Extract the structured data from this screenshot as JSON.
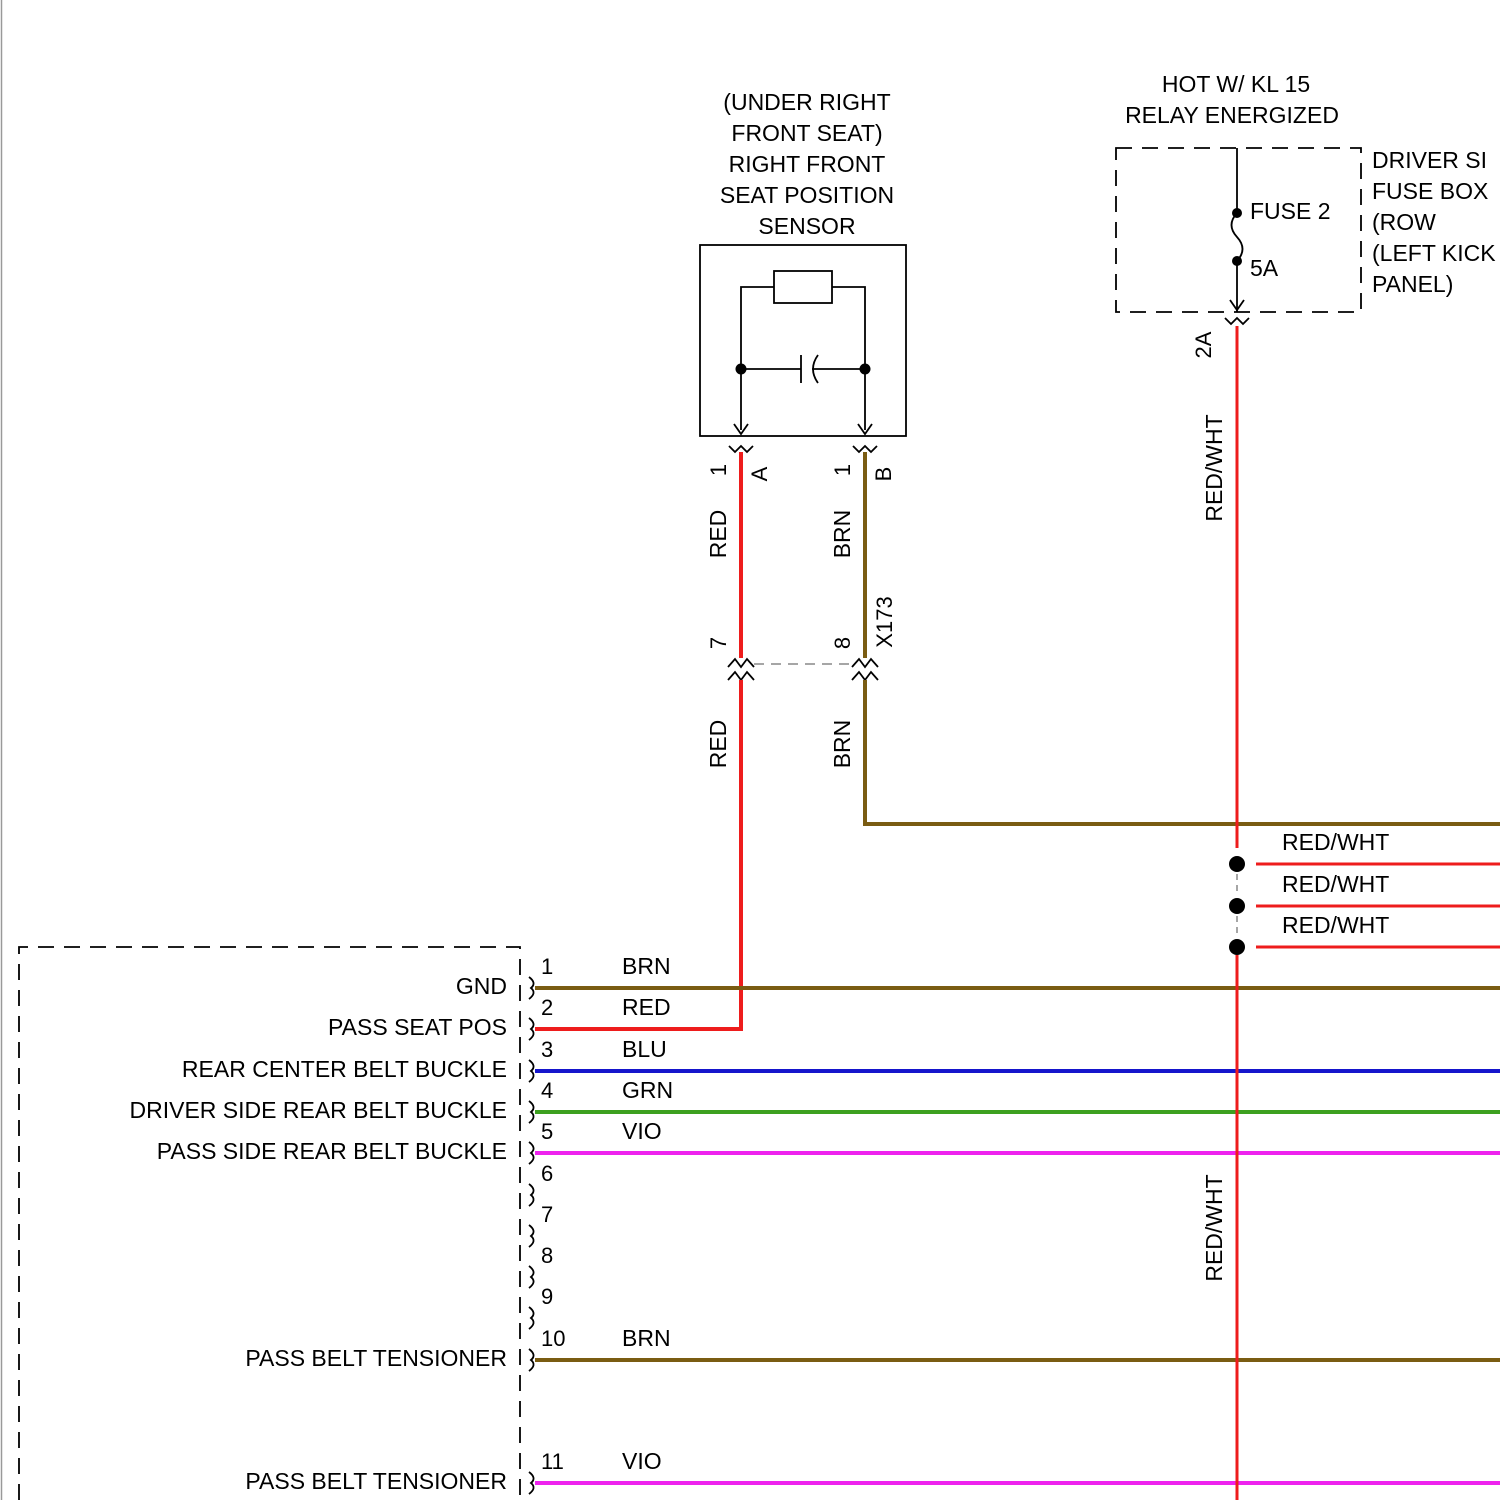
{
  "colors": {
    "RED": "#ee1c1c",
    "BRN": "#7a5c12",
    "BLU": "#1515cc",
    "GRN": "#3da020",
    "VIO": "#ee22ee",
    "RED/WHT": "#ee1c1c"
  },
  "sensor": {
    "title_lines": [
      "(UNDER RIGHT",
      "FRONT SEAT)",
      "RIGHT FRONT",
      "SEAT POSITION",
      "SENSOR"
    ],
    "pin_a": {
      "number": "1",
      "letter": "A"
    },
    "pin_b": {
      "number": "1",
      "letter": "B"
    },
    "wire_a_color": "RED",
    "wire_b_color": "BRN",
    "icons": [
      "resistor-icon",
      "capacitor-icon"
    ]
  },
  "connector_x173": {
    "name": "X173",
    "pin_red": "7",
    "pin_brn": "8",
    "wire_red_color": "RED",
    "wire_brn_color": "BRN"
  },
  "fuse_box": {
    "hot_label_lines": [
      "HOT W/ KL 15",
      "RELAY ENERGIZED"
    ],
    "box_lines": [
      "DRIVER SI",
      "FUSE BOX",
      "(ROW",
      "(LEFT KICK",
      "PANEL)"
    ],
    "fuse_name": "FUSE 2",
    "fuse_rating": "5A",
    "output_pin": "2A",
    "output_wire_color": "RED/WHT"
  },
  "splice_branches": [
    {
      "color": "RED/WHT"
    },
    {
      "color": "RED/WHT"
    },
    {
      "color": "RED/WHT"
    }
  ],
  "lower_wire_color": "RED/WHT",
  "module": {
    "pins": [
      {
        "number": "1",
        "label": "GND",
        "wire_color": "BRN"
      },
      {
        "number": "2",
        "label": "PASS SEAT POS",
        "wire_color": "RED"
      },
      {
        "number": "3",
        "label": "REAR CENTER BELT BUCKLE",
        "wire_color": "BLU"
      },
      {
        "number": "4",
        "label": "DRIVER SIDE REAR BELT BUCKLE",
        "wire_color": "GRN"
      },
      {
        "number": "5",
        "label": "PASS SIDE REAR BELT BUCKLE",
        "wire_color": "VIO"
      },
      {
        "number": "6",
        "label": "",
        "wire_color": ""
      },
      {
        "number": "7",
        "label": "",
        "wire_color": ""
      },
      {
        "number": "8",
        "label": "",
        "wire_color": ""
      },
      {
        "number": "9",
        "label": "",
        "wire_color": ""
      },
      {
        "number": "10",
        "label": "PASS BELT TENSIONER",
        "wire_color": "BRN"
      },
      {
        "number": "11",
        "label": "PASS BELT TENSIONER",
        "wire_color": "VIO"
      }
    ]
  }
}
